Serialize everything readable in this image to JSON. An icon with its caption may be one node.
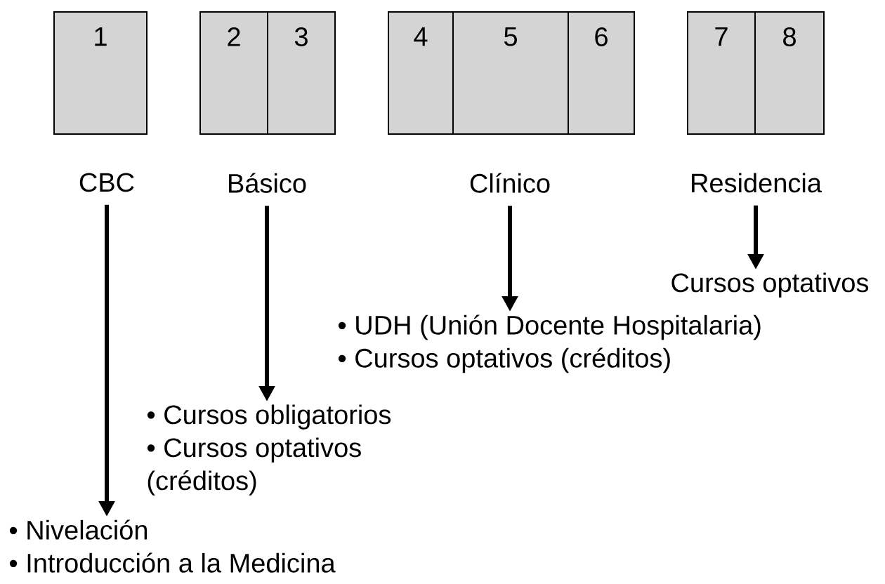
{
  "diagram": {
    "nodes": [
      {
        "text": [
          "1"
        ]
      },
      {
        "text": [
          "2"
        ]
      },
      {
        "text": [
          "3"
        ]
      },
      {
        "text": [
          "4"
        ]
      },
      {
        "text": [
          "5"
        ]
      },
      {
        "text": [
          "6"
        ]
      },
      {
        "text": [
          "7"
        ]
      },
      {
        "text": [
          "8"
        ]
      },
      {
        "text": [
          "CBC"
        ]
      },
      {
        "text": [
          "Básico"
        ]
      },
      {
        "text": [
          "Clínico"
        ]
      },
      {
        "text": [
          "Residencia"
        ]
      },
      {
        "text": [
          "• Nivelación",
          "• Introducción a la Medicina"
        ]
      },
      {
        "text": [
          "• Cursos obligatorios",
          "• Cursos optativos (créditos)"
        ]
      },
      {
        "text": [
          "• UDH (Unión Docente Hospitalaria)",
          "• Cursos optativos (créditos)"
        ]
      },
      {
        "text": [
          "Cursos optativos"
        ]
      }
    ],
    "edges": [
      {
        "from": 8,
        "to": 12,
        "arrow": "to"
      },
      {
        "from": 9,
        "to": 13,
        "arrow": "to"
      },
      {
        "from": 10,
        "to": 14,
        "arrow": "to"
      },
      {
        "from": 11,
        "to": 15,
        "arrow": "to"
      }
    ]
  }
}
